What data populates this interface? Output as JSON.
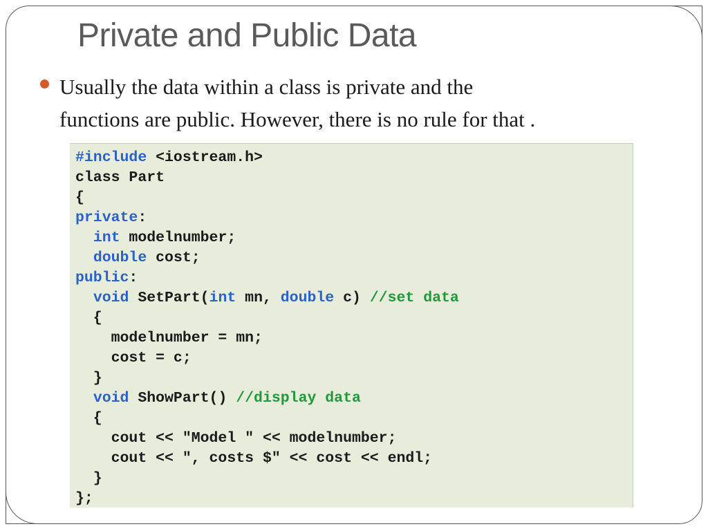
{
  "slide": {
    "title": "Private and Public Data",
    "bullet_line_1": "Usually the data within a class is private and the",
    "bullet_line_2": "functions are public. However, there is no rule for that .",
    "colors": {
      "bullet": "#d35a2a",
      "keyword": "#2a62c9",
      "comment": "#1f9a3a",
      "code_background": "#e8ecdb"
    }
  },
  "code": {
    "l1_kw": "#include",
    "l1_rest": " <iostream.h>",
    "l2": "class Part",
    "l3": "{",
    "l4_kw": "private",
    "l4_rest": ":",
    "l5_indent": "  ",
    "l5_kw": "int",
    "l5_rest": " modelnumber;",
    "l6_indent": "  ",
    "l6_kw": "double",
    "l6_rest": " cost;",
    "l7_kw": "public",
    "l7_rest": ":",
    "l8_indent": "  ",
    "l8_kw1": "void",
    "l8_mid1": " SetPart(",
    "l8_kw2": "int",
    "l8_mid2": " mn, ",
    "l8_kw3": "double",
    "l8_mid3": " c) ",
    "l8_comment": "//set data",
    "l9": "  {",
    "l10": "    modelnumber = mn;",
    "l11": "    cost = c;",
    "l12": "  }",
    "l13_indent": "  ",
    "l13_kw": "void",
    "l13_mid": " ShowPart() ",
    "l13_comment": "//display data",
    "l14": "  {",
    "l15": "    cout << \"Model \" << modelnumber;",
    "l16": "    cout << \", costs $\" << cost << endl;",
    "l17": "  }",
    "l18": "};"
  }
}
